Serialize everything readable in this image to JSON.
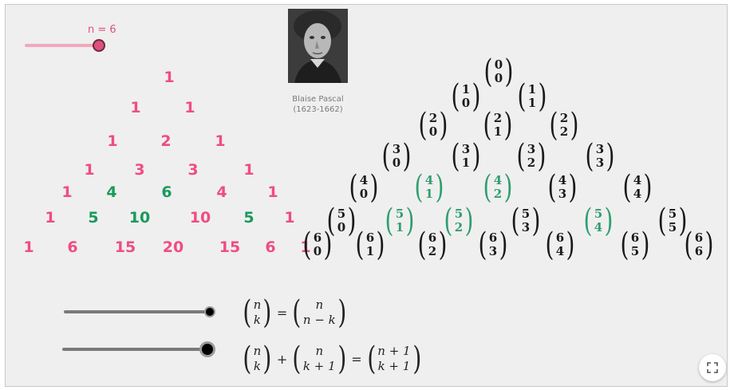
{
  "slider_n": {
    "label": "n = 6",
    "value": 6,
    "max": 6
  },
  "portrait": {
    "name": "Blaise Pascal",
    "dates": "(1623-1662)"
  },
  "colors": {
    "pink": "#ee4d83",
    "green": "#1a9a5b",
    "dark": "#1a1a1a",
    "teal": "#2f9e6f"
  },
  "triangle_rows": [
    [
      "1"
    ],
    [
      "1",
      "1"
    ],
    [
      "1",
      "2",
      "1"
    ],
    [
      "1",
      "3",
      "3",
      "1"
    ],
    [
      "1",
      "4",
      "6",
      "4",
      "1"
    ],
    [
      "1",
      "5",
      "10",
      "10",
      "5",
      "1"
    ],
    [
      "1",
      "6",
      "15",
      "20",
      "15",
      "6",
      "1"
    ]
  ],
  "binomials": [
    [
      [
        "0",
        "0"
      ]
    ],
    [
      [
        "1",
        "0"
      ],
      [
        "1",
        "1"
      ]
    ],
    [
      [
        "2",
        "0"
      ],
      [
        "2",
        "1"
      ],
      [
        "2",
        "2"
      ]
    ],
    [
      [
        "3",
        "0"
      ],
      [
        "3",
        "1"
      ],
      [
        "3",
        "2"
      ],
      [
        "3",
        "3"
      ]
    ],
    [
      [
        "4",
        "0"
      ],
      [
        "4",
        "1"
      ],
      [
        "4",
        "2"
      ],
      [
        "4",
        "3"
      ],
      [
        "4",
        "4"
      ]
    ],
    [
      [
        "5",
        "0"
      ],
      [
        "5",
        "1"
      ],
      [
        "5",
        "2"
      ],
      [
        "5",
        "3"
      ],
      [
        "5",
        "4"
      ],
      [
        "5",
        "5"
      ]
    ],
    [
      [
        "6",
        "0"
      ],
      [
        "6",
        "1"
      ],
      [
        "6",
        "2"
      ],
      [
        "6",
        "3"
      ],
      [
        "6",
        "4"
      ],
      [
        "6",
        "5"
      ],
      [
        "6",
        "6"
      ]
    ]
  ],
  "highlights": [
    [
      4,
      1
    ],
    [
      4,
      2
    ],
    [
      5,
      1
    ],
    [
      5,
      2
    ],
    [
      5,
      4
    ]
  ],
  "formula1": {
    "lhs_top": "n",
    "lhs_bottom": "k",
    "eq": "=",
    "rhs_top": "n",
    "rhs_bottom": "n − k"
  },
  "formula2": {
    "a_top": "n",
    "a_bottom": "k",
    "plus": "+",
    "b_top": "n",
    "b_bottom": "k + 1",
    "eq": "=",
    "c_top": "n + 1",
    "c_bottom": "k + 1"
  }
}
